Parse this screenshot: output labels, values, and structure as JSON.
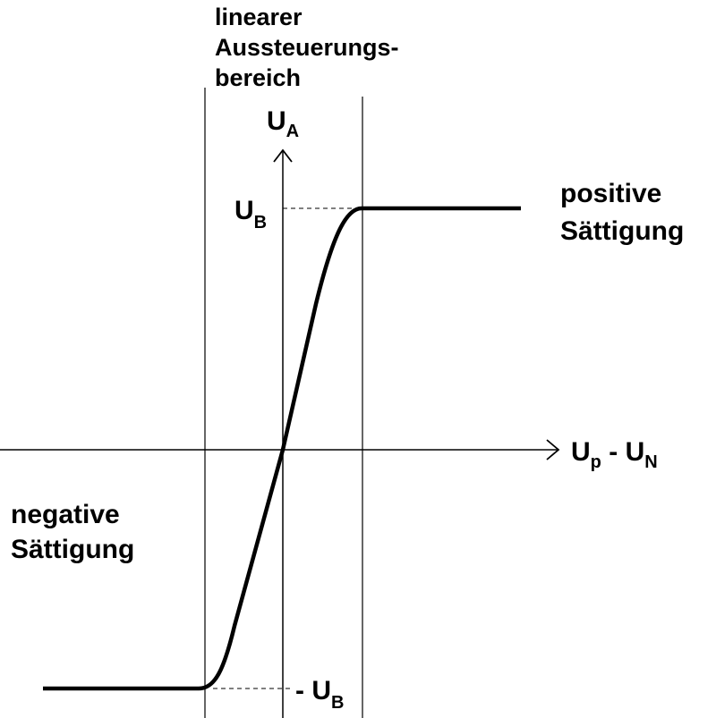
{
  "labels": {
    "linear_region": [
      "linearer",
      "Aussteuerungs-",
      "bereich"
    ],
    "positive_saturation": [
      "positive",
      "Sättigung"
    ],
    "negative_saturation": [
      "negative",
      "Sättigung"
    ],
    "y_axis": {
      "main": "U",
      "sub": "A"
    },
    "x_axis": {
      "main1": "U",
      "sub1": "p",
      "dash": " - ",
      "main2": "U",
      "sub2": "N"
    },
    "upper_level": {
      "main": "U",
      "sub": "B"
    },
    "lower_level": {
      "prefix": "- ",
      "main": "U",
      "sub": "B"
    }
  },
  "colors": {
    "stroke": "#000000",
    "background": "#ffffff"
  }
}
